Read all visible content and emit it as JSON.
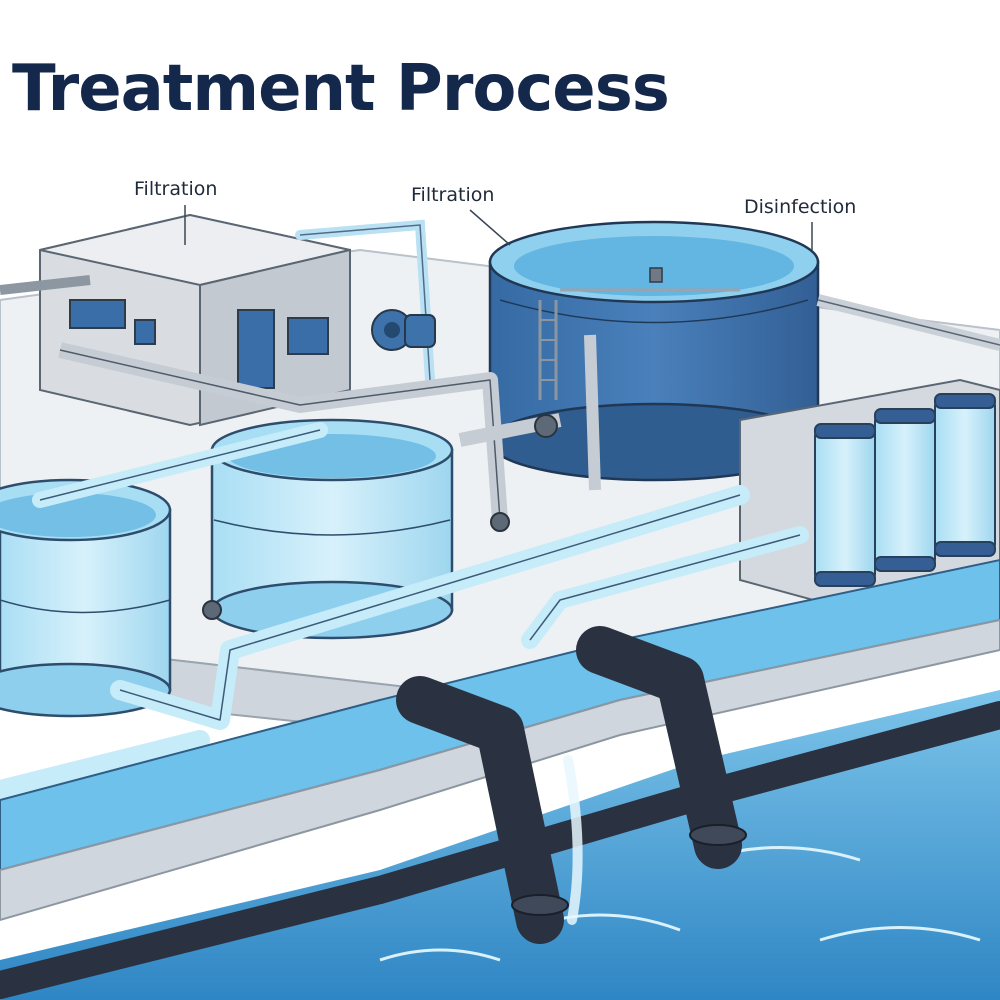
{
  "title": "Treatment Process",
  "stage_labels": [
    "Filtration",
    "Filtration",
    "Disinfection"
  ],
  "colors": {
    "title": "#14284b",
    "water": "#4fa8de",
    "tank_blue": "#3f74ad",
    "glass_tank": "#bfe6f6",
    "pipe_dark": "#2a3140",
    "pipe_light": "#c9d0d8",
    "platform": "#e6e9ed"
  },
  "icons": [
    "pump-icon",
    "ladder-icon",
    "valve-icon"
  ]
}
